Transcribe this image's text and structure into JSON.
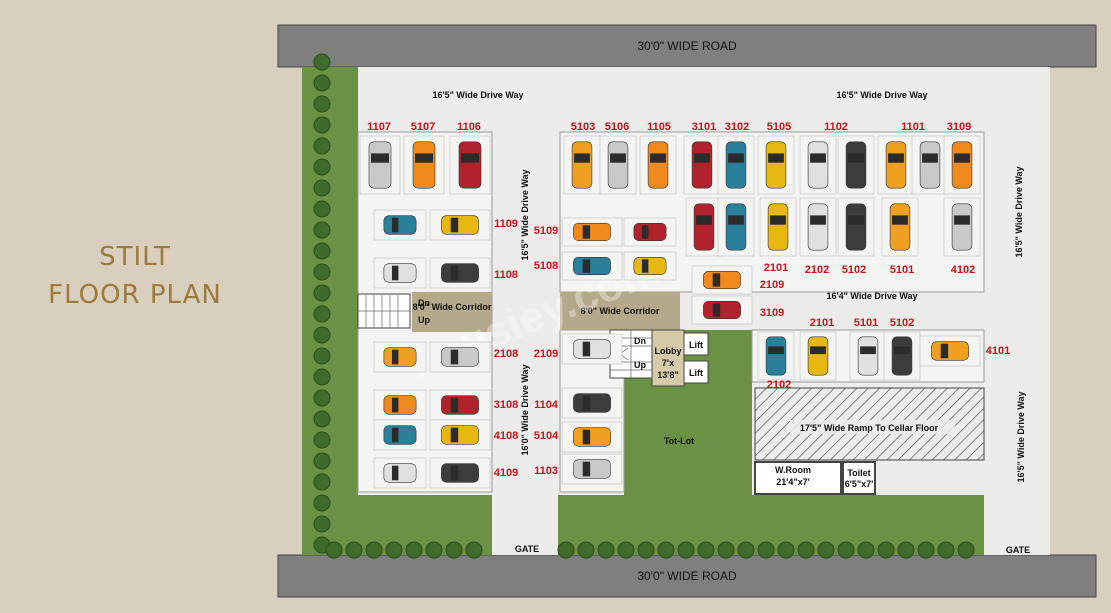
{
  "title": {
    "line1": "STILT",
    "line2": "FLOOR PLAN"
  },
  "roads": {
    "top": "30'0\" WIDE ROAD",
    "bottom": "30'0\" WIDE ROAD"
  },
  "drive_ways": {
    "top_left": "16'5\" Wide Drive Way",
    "top_right": "16'5\" Wide Drive Way",
    "vertical_center": "16'5\" Wide Drive Way",
    "right_upper": "16'5\" Wide Drive Way",
    "middle_right": "16'4\" Wide Drive Way",
    "vertical_lower": "16'0\" Wide Drive Way",
    "right_lower": "16'5\" Wide Drive Way"
  },
  "corridors": {
    "left": "8'0\" Wide Corridor",
    "center": "8'0\" Wide Corridor"
  },
  "rooms": {
    "lobby_name": "Lobby",
    "lobby_w": "7'x",
    "lobby_h": "13'8\"",
    "lift1": "Lift",
    "lift2": "Lift",
    "stair_left_dn": "Dn",
    "stair_left_up": "Up",
    "stair_center_dn": "Dn",
    "stair_center_up": "Up",
    "tot_lot": "Tot-Lot",
    "ramp": "17'5\" Wide Ramp To Cellar Floor",
    "wroom_name": "W.Room",
    "wroom_size": "21'4\"x7'",
    "toilet_name": "Toilet",
    "toilet_size": "6'5\"x7'"
  },
  "gates": {
    "left": "GATE",
    "right": "GATE"
  },
  "watermark": "housiey.com",
  "units": [
    "1107",
    "5107",
    "1106",
    "5103",
    "5106",
    "1105",
    "3101",
    "3102",
    "5105",
    "1102",
    "1101",
    "3109",
    "1109",
    "5109",
    "1108",
    "5108",
    "2101",
    "2102",
    "5102",
    "5101",
    "4102",
    "2109",
    "3109",
    "2108",
    "2109",
    "2101",
    "5101",
    "5102",
    "4101",
    "2102",
    "3108",
    "1104",
    "4108",
    "5104",
    "4109",
    "1103"
  ],
  "colors": {
    "background": "#d9cfbe",
    "road": "#7f7f7f",
    "grass": "#6b9144",
    "tree": "#3f6b2a",
    "unit_label": "#c8141b",
    "title": "#9c7a3c",
    "corridor": "#b5a98b"
  }
}
